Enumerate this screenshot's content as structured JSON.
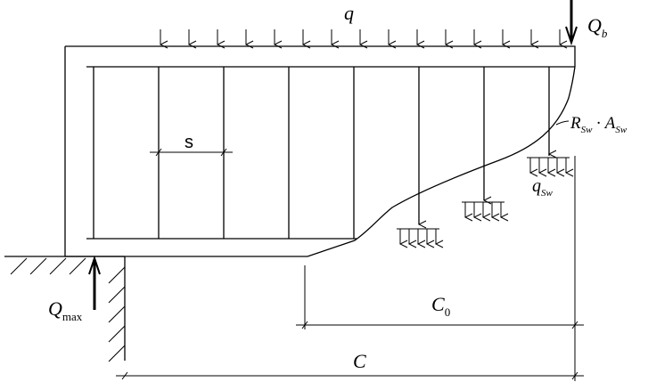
{
  "labels": {
    "q": "q",
    "q_sub": "",
    "Qb": "Q",
    "Qb_sub": "b",
    "s": "s",
    "RA_R": "R",
    "RA_R_sub": "Sw",
    "RA_dot": "·",
    "RA_A": "A",
    "RA_A_sub": "Sw",
    "qsw": "q",
    "qsw_sub": "Sw",
    "Qmax": "Q",
    "Qmax_sub": "max",
    "C0": "C",
    "C0_sub": "0",
    "C": "C"
  }
}
